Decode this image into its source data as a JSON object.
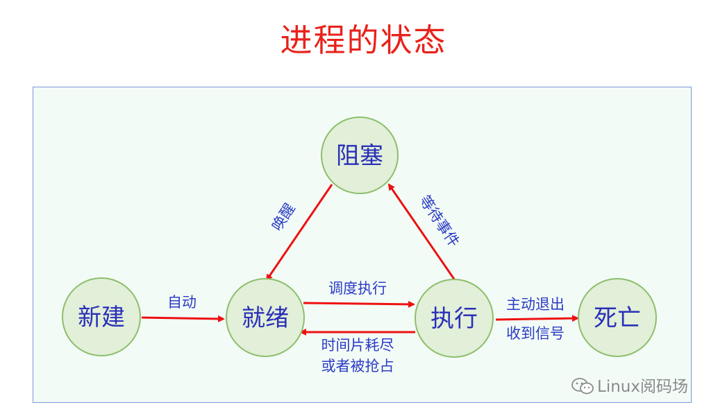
{
  "title": "进程的状态",
  "colors": {
    "node_fill": "#e2efd9",
    "node_stroke": "#8cbf6a",
    "arrow": "#ee1111",
    "label": "#2a3cc4"
  },
  "nodes": {
    "blocked": "阻塞",
    "new": "新建",
    "ready": "就绪",
    "running": "执行",
    "dead": "死亡"
  },
  "edges": {
    "new_to_ready": "自动",
    "ready_to_running": "调度执行",
    "running_to_ready_1": "时间片耗尽",
    "running_to_ready_2": "或者被抢占",
    "running_to_blocked": "等待事件",
    "blocked_to_ready": "唤醒",
    "running_to_dead_1": "主动退出",
    "running_to_dead_2": "收到信号"
  },
  "watermark": {
    "icon": "wechat-icon",
    "text": "Linux阅码场"
  }
}
